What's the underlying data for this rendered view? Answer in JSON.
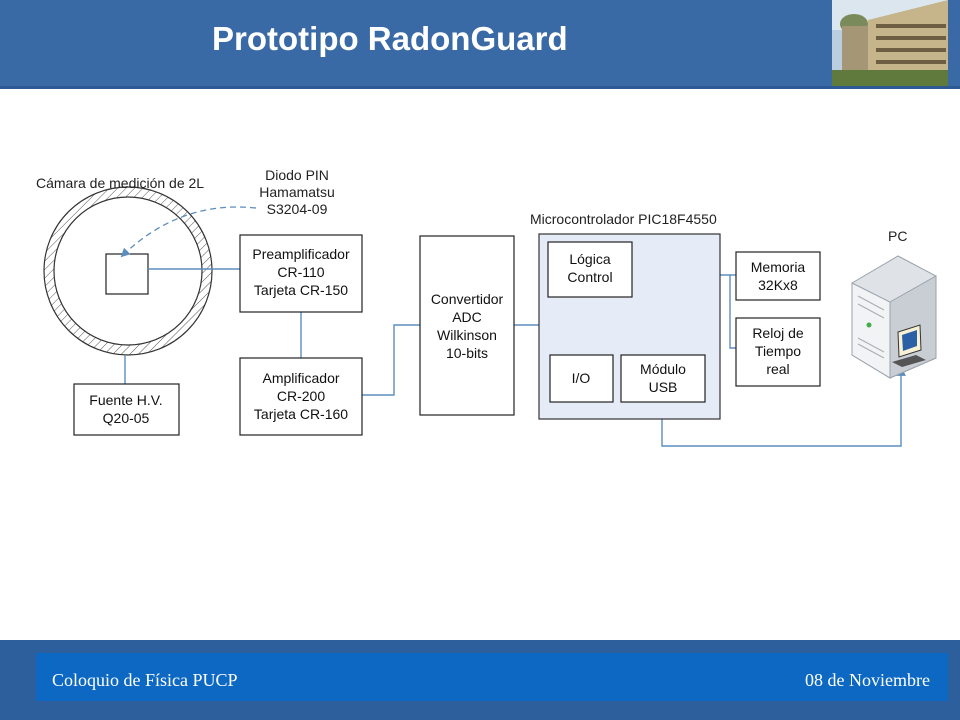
{
  "slide": {
    "title": "Prototipo RadonGuard"
  },
  "diagram": {
    "chamber_label": "Cámara de medición de 2L",
    "diode_label": [
      "Diodo PIN",
      "Hamamatsu",
      "S3204-09"
    ],
    "preamp": [
      "Preamplificador",
      "CR-110",
      "Tarjeta CR-150"
    ],
    "amp": [
      "Amplificador",
      "CR-200",
      "Tarjeta CR-160"
    ],
    "hv": [
      "Fuente H.V.",
      "Q20-05"
    ],
    "adc": [
      "Convertidor",
      "ADC",
      "Wilkinson",
      "10-bits"
    ],
    "mcu_label": "Microcontrolador PIC18F4550",
    "logic": [
      "Lógica",
      "Control"
    ],
    "io": "I/O",
    "usb": [
      "Módulo",
      "USB"
    ],
    "memory": [
      "Memoria",
      "32Kx8"
    ],
    "clock": [
      "Reloj de",
      "Tiempo",
      "real"
    ],
    "pc_label": "PC"
  },
  "footer": {
    "left": "Coloquio de Física PUCP",
    "right": "08 de Noviembre"
  },
  "colors": {
    "header_bg": "#3a6aa6",
    "footer_bg": "#2d5f9c",
    "footer_band": "#0c68c2",
    "line_blue": "#5b8dbf",
    "mcu_fill": "#e6ecf7"
  },
  "icons": [
    "building-photo",
    "pc-tower-icon"
  ]
}
